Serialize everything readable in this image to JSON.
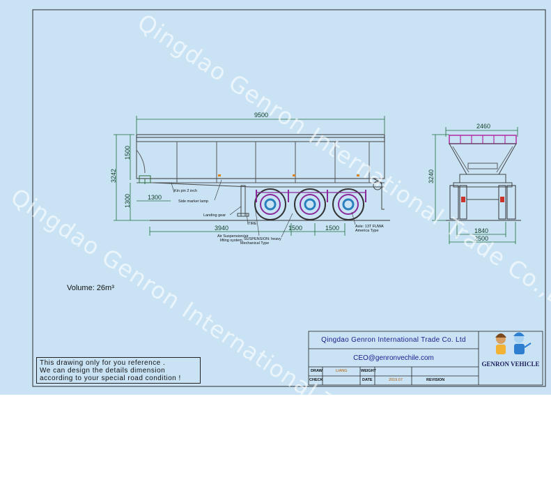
{
  "watermark": {
    "text": "Qingdao Genron International Trade Co.,Ltd"
  },
  "side_view": {
    "overall_length": "9500",
    "overall_height": "3242",
    "body_height": "1500",
    "lower_height": "1300",
    "kingpin_offset": "1300",
    "rear_distance": "3940",
    "axle_spacing_1": "1500",
    "axle_spacing_2": "1500"
  },
  "front_view": {
    "overall_width": "2460",
    "overall_height": "3240",
    "track_width": "1840",
    "axle_width": "2500"
  },
  "callouts": {
    "kingpin": "Kin pin 2 inch",
    "side_lamp": "Side marker lamp",
    "landing_gear": "Landing gear",
    "tire": "TIRE",
    "air_suspension": "Air Suspension/air",
    "lifting_system": "lifting system",
    "suspension": "SUSPENSION: heavy",
    "mechanical": "Mechanical Type",
    "axle": "Axle: 13T FUWA",
    "axle_type": "America Type"
  },
  "volume": {
    "label": "Volume:  26m³"
  },
  "note": {
    "line1": "This drawing only for you reference .",
    "line2": "We can design the details dimension",
    "line3": "according to your special road condition !"
  },
  "title_block": {
    "company": "Qingdao Genron International Trade Co. Ltd",
    "email": "CEO@genronvechile.com",
    "draw_label": "DRAW",
    "draw_value": "LIANG",
    "check_label": "CHECK",
    "weight_label": "WEIGHT",
    "date_label": "DATE",
    "date_value": "2019.07",
    "revision_label": "REVISION",
    "brand": "GENRON VEHICLE"
  }
}
